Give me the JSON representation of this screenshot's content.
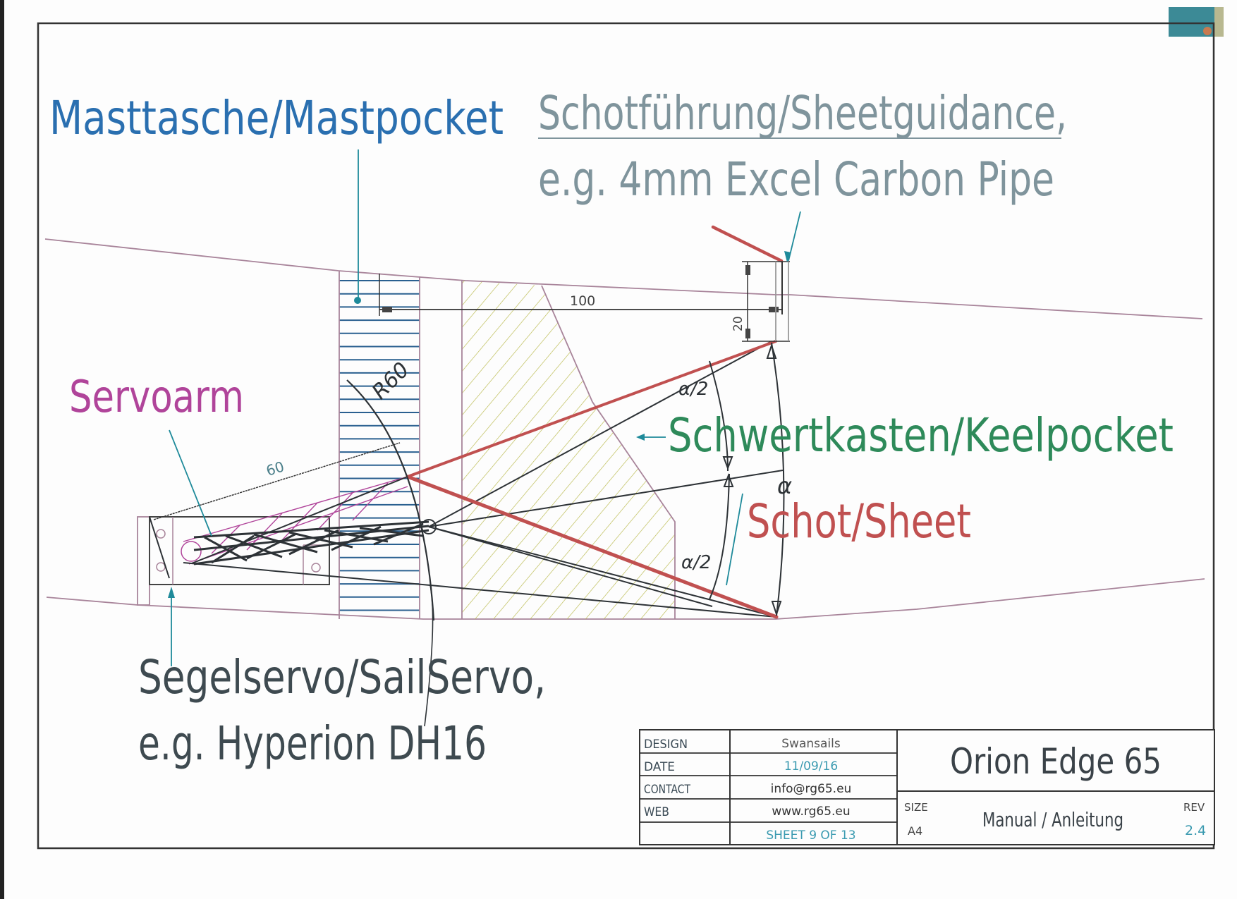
{
  "labels": {
    "mastpocket": "Masttasche/Mastpocket",
    "sheetguidance": "Schotführung/Sheetguidance,",
    "sheetguidance_detail": "e.g. 4mm Excel Carbon Pipe",
    "servoarm": "Servoarm",
    "keelpocket": "Schwertkasten/Keelpocket",
    "sheet": "Schot/Sheet",
    "sailservo": "Segelservo/SailServo,",
    "sailservo_detail": "e.g. Hyperion DH16"
  },
  "dimensions": {
    "d100": "100",
    "d20": "20",
    "d60": "60",
    "r60": "R60",
    "alpha": "α",
    "alpha_half_top": "α/2",
    "alpha_half_bottom": "α/2"
  },
  "title_block": {
    "rows": [
      {
        "label": "DESIGN",
        "value": "Swansails"
      },
      {
        "label": "DATE",
        "value": "11/09/16"
      },
      {
        "label": "CONTACT",
        "value": "info@rg65.eu"
      },
      {
        "label": "WEB",
        "value": "www.rg65.eu"
      },
      {
        "label": "",
        "value": "SHEET 9 OF 13"
      }
    ],
    "title": "Orion Edge 65",
    "size_label": "SIZE",
    "size_value": "A4",
    "subtitle": "Manual / Anleitung",
    "rev_label": "REV",
    "rev_value": "2.4"
  },
  "colors": {
    "mastpocket": "#2a6fb0",
    "sheetguidance": "#7f949c",
    "servoarm": "#b0449a",
    "keelpocket": "#2e8a5a",
    "sheet": "#c05050",
    "hull": "#a8849a",
    "line": "#333a3f",
    "leader": "#1e8a9a",
    "hatch_keel": "#b8b848",
    "hatch_mast": "#2a6090"
  }
}
